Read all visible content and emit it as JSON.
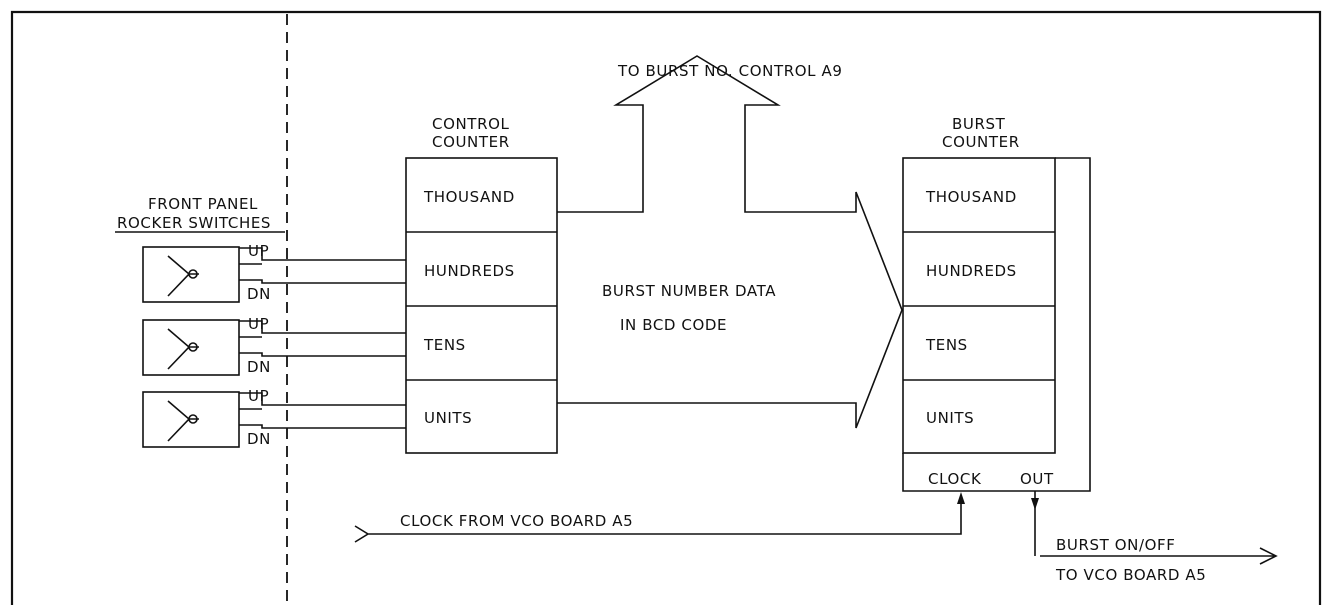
{
  "front_panel": {
    "title_line1": "FRONT PANEL",
    "title_line2": "ROCKER SWITCHES",
    "switches": [
      {
        "up": "UP",
        "dn": "DN"
      },
      {
        "up": "UP",
        "dn": "DN"
      },
      {
        "up": "UP",
        "dn": "DN"
      }
    ]
  },
  "control_counter": {
    "title_line1": "CONTROL",
    "title_line2": "COUNTER",
    "cells": [
      "THOUSAND",
      "HUNDREDS",
      "TENS",
      "UNITS"
    ]
  },
  "burst_counter": {
    "title_line1": "BURST",
    "title_line2": "COUNTER",
    "cells": [
      "THOUSAND",
      "HUNDREDS",
      "TENS",
      "UNITS"
    ],
    "clock_label": "CLOCK",
    "out_label": "OUT"
  },
  "bus": {
    "to_label": "TO BURST NO. CONTROL A9",
    "data_line1": "BURST NUMBER DATA",
    "data_line2": "IN BCD CODE"
  },
  "clock_input": {
    "label": "CLOCK FROM VCO BOARD A5"
  },
  "burst_output": {
    "line1": "BURST ON/OFF",
    "line2": "TO VCO BOARD A5"
  }
}
